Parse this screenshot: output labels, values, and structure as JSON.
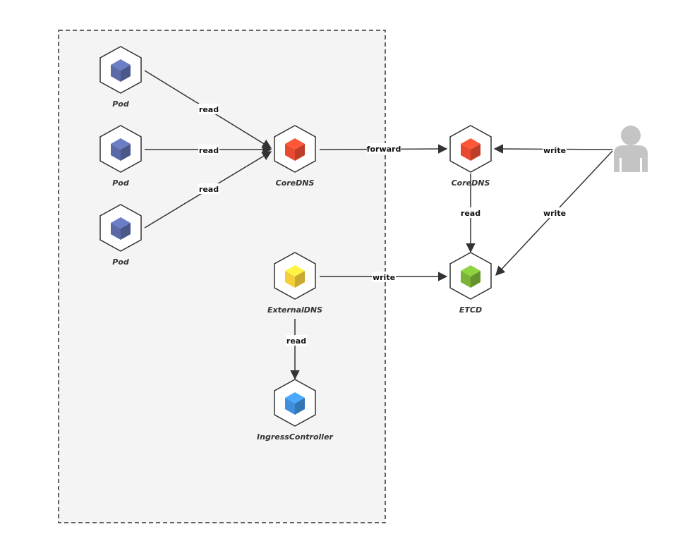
{
  "nodes": {
    "pod1": {
      "label": "Pod",
      "color": "#5b6aa6"
    },
    "pod2": {
      "label": "Pod",
      "color": "#5b6aa6"
    },
    "pod3": {
      "label": "Pod",
      "color": "#5b6aa6"
    },
    "coredns_internal": {
      "label": "CoreDNS",
      "color": "#e84a2f"
    },
    "coredns_external": {
      "label": "CoreDNS",
      "color": "#e84a2f"
    },
    "externaldns": {
      "label": "ExternalDNS",
      "color": "#f5cf3a"
    },
    "ingresscontroller": {
      "label": "IngressController",
      "color": "#3f8fdc"
    },
    "etcd": {
      "label": "ETCD",
      "color": "#7ab337"
    },
    "user": {
      "label": "",
      "color": "#c4c4c4"
    }
  },
  "edges": {
    "pod1_coredns": {
      "label": "read"
    },
    "pod2_coredns": {
      "label": "read"
    },
    "pod3_coredns": {
      "label": "read"
    },
    "coredns_forward": {
      "label": "forward"
    },
    "user_coredns": {
      "label": "write"
    },
    "coredns_etcd": {
      "label": "read"
    },
    "user_etcd": {
      "label": "write"
    },
    "externaldns_etcd": {
      "label": "write"
    },
    "externaldns_ingress": {
      "label": "read"
    }
  },
  "cluster": {
    "label": ""
  }
}
